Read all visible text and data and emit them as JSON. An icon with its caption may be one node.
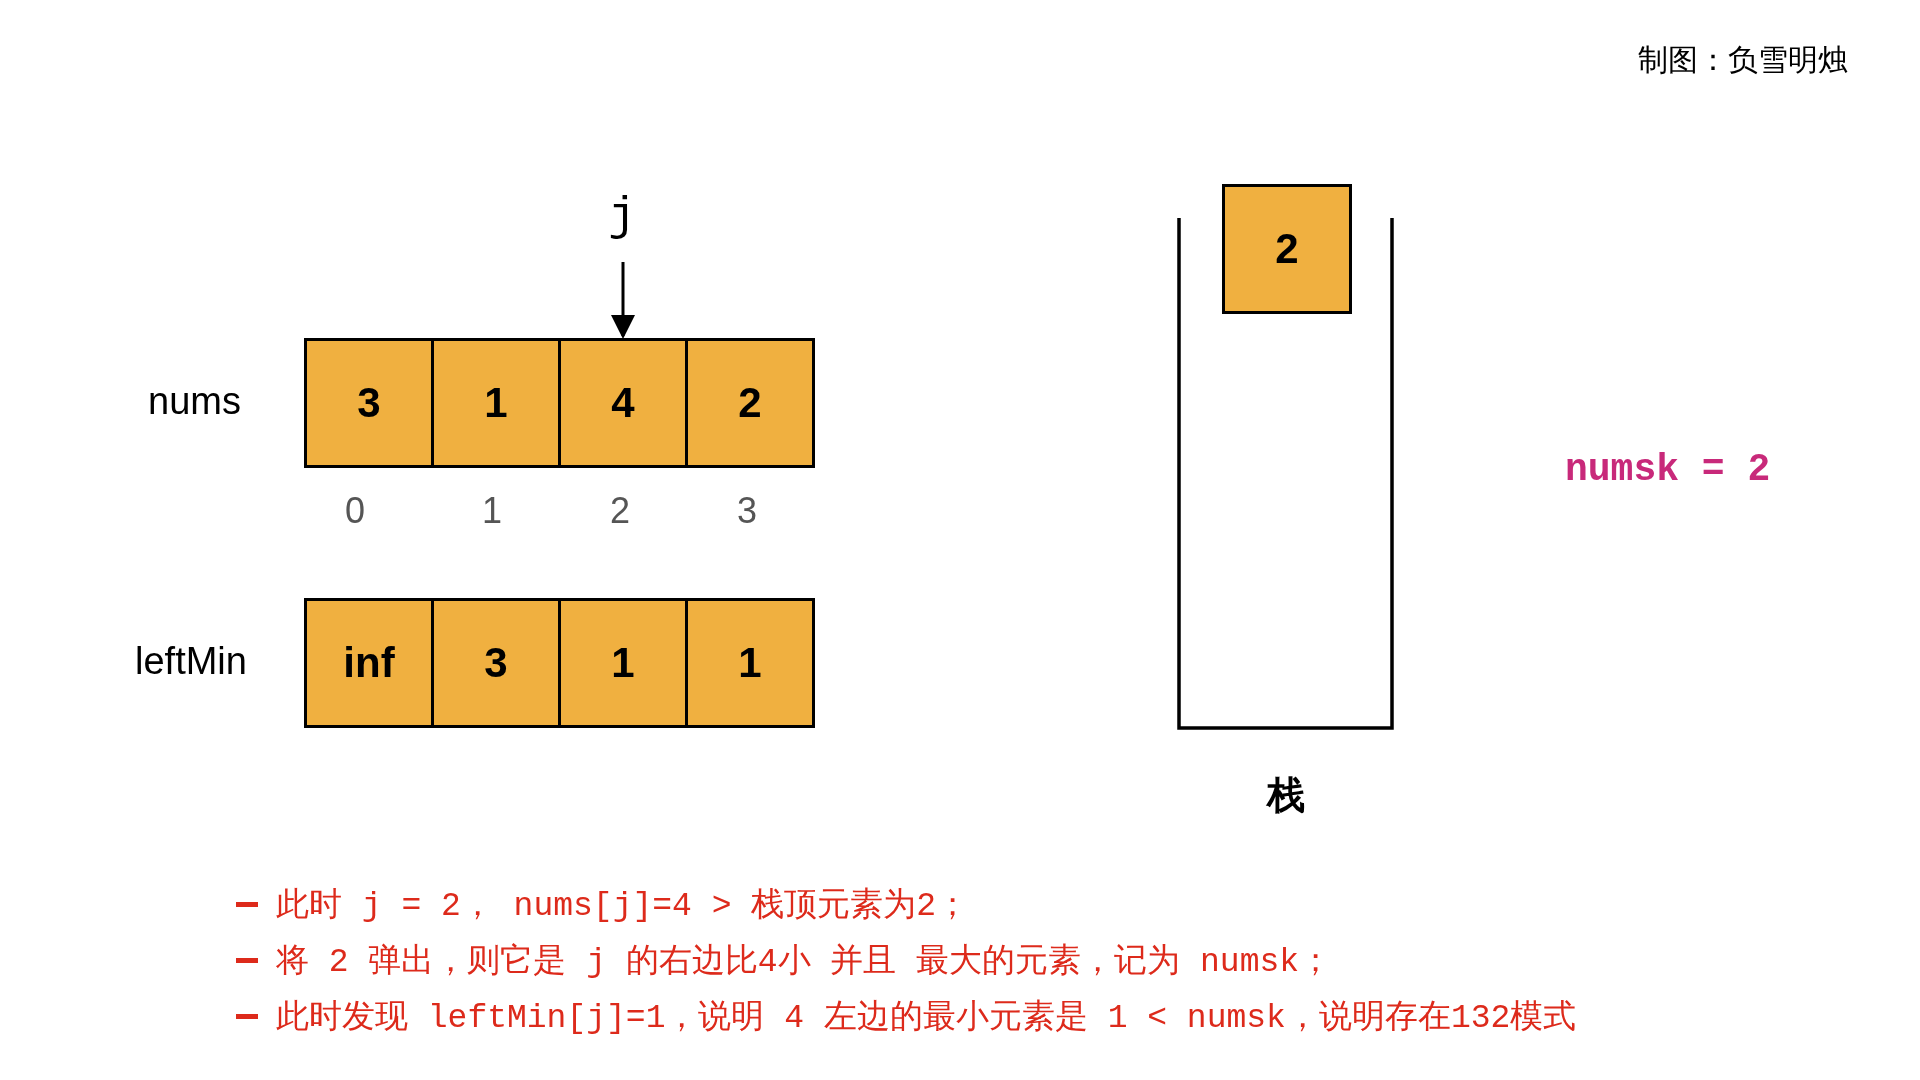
{
  "diagram": {
    "nodes": [
      {
        "text": [
          "j"
        ]
      },
      {
        "text": [
          "3"
        ]
      },
      {
        "text": [
          "1"
        ]
      },
      {
        "text": [
          "4"
        ]
      },
      {
        "text": [
          "2"
        ]
      },
      {
        "text": [
          "inf"
        ]
      },
      {
        "text": [
          "3"
        ]
      },
      {
        "text": [
          "1"
        ]
      },
      {
        "text": [
          "1"
        ]
      },
      {
        "text": [
          "栈"
        ]
      },
      {
        "text": [
          "2"
        ]
      }
    ],
    "edges": [
      {
        "from": 0,
        "to": 3,
        "arrow": "to"
      }
    ],
    "labels": [
      "制图：负雪明烛",
      "nums",
      "0",
      "1",
      "2",
      "3",
      "leftMin",
      "numsk = 2",
      "此时 j = 2， nums[j]=4 > 栈顶元素为2；",
      "将 2 弹出，则它是 j 的右边比4小 并且 最大的元素，记为 numsk；",
      "此时发现 leftMin[j]=1，说明 4 左边的最小元素是 1 < numsk，说明存在132模式"
    ]
  }
}
